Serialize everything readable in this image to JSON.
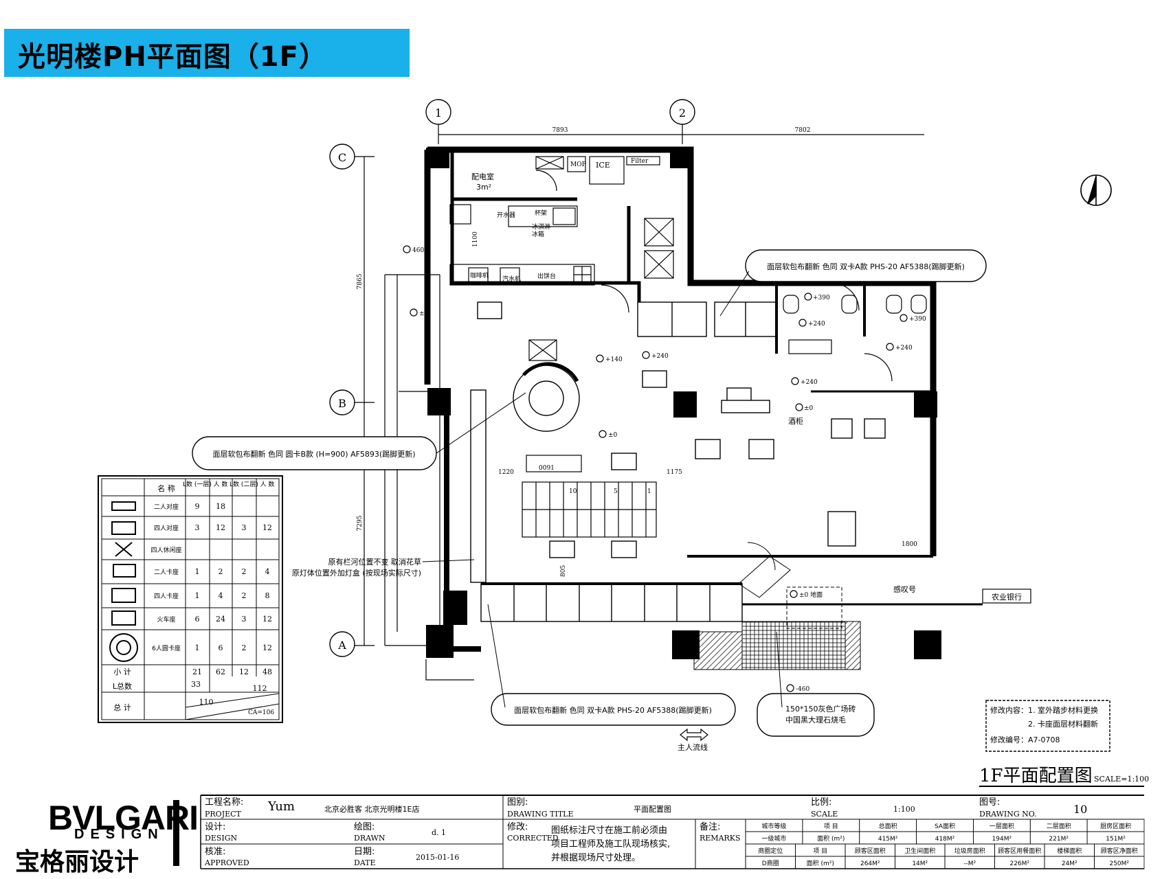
{
  "title": "光明楼PH平面图（1F）",
  "grid": {
    "c1": "1",
    "c2": "2",
    "rA": "A",
    "rB": "B",
    "rC": "C"
  },
  "dims": {
    "top1": "7893",
    "top2": "7802",
    "left1": "7865",
    "left2": "7295",
    "inner1": "1220",
    "inner2": "1175",
    "inner3": "1100",
    "inner4": "805",
    "inner5": "1800"
  },
  "rooms": {
    "power_room": "配电室",
    "power_area": "3m²",
    "ice": "ICE",
    "filter": "Filter",
    "mop": "MOP",
    "counter1": "开水器",
    "counter2": "杯架",
    "counter3": "冰淇淋",
    "counter4": "冰箱",
    "counter5": "咖啡机",
    "counter6": "汽水机",
    "counter7": "出饼台",
    "wine": "酒柜",
    "bank": "农业银行",
    "blow": "感叹号",
    "stair_n1": "10",
    "stair_n2": "5",
    "stair_n3": "1",
    "counter_dim": "0091"
  },
  "levels": {
    "l460": "460",
    "l0": "±0",
    "l140": "+140",
    "l240": "+240",
    "l390": "+390",
    "lp460": "-460",
    "lp0": "±0 地面"
  },
  "notes": {
    "n1": "面层软包布翻新 色同 双卡A款 PHS-20  AF5388(踢脚更新)",
    "n2": "面层软包布翻新 色同 圆卡B款 (H=900) AF5893(踢脚更新)",
    "n3": "原有栏河位置不变 取消花草",
    "n4": "原灯体位置外加灯盒 (按现场实际尺寸)",
    "n5": "面层软包布翻新 色同 双卡A款 PHS-20  AF5388(踢脚更新)",
    "n6a": "150*150灰色广场砖",
    "n6b": "中国黑大理石烧毛",
    "flow": "主人流线"
  },
  "revision": {
    "r1": "修改内容：1. 室外踏步材料更换",
    "r2": "2. 卡座面层材料翻新",
    "r3": "修改编号：A7-0708"
  },
  "plan_title": "1F平面配置图",
  "scale_note": "SCALE=1:100",
  "seat_table": {
    "headers": [
      "名  称",
      "L数 (一层)",
      "人 数",
      "L数 (二层)",
      "人 数"
    ],
    "rows": [
      [
        "二人对座",
        "9",
        "18",
        "",
        ""
      ],
      [
        "四人对座",
        "3",
        "12",
        "3",
        "12"
      ],
      [
        "四人休闲座",
        "",
        "",
        "",
        ""
      ],
      [
        "二人卡座",
        "1",
        "2",
        "2",
        "4"
      ],
      [
        "四人卡座",
        "1",
        "4",
        "2",
        "8"
      ],
      [
        "火车座",
        "6",
        "24",
        "3",
        "12"
      ],
      [
        "6人圆卡座",
        "1",
        "6",
        "2",
        "12"
      ]
    ],
    "subtotal": [
      "小  计",
      "21",
      "62",
      "12",
      "48"
    ],
    "ltotal": [
      "L总数",
      "33",
      "112"
    ],
    "total": [
      "总  计",
      "110",
      "CA=106"
    ]
  },
  "title_block": {
    "project_cn": "工程名称:",
    "project_en": "PROJECT",
    "project_val1": "Yum",
    "project_val2": "北京必胜客  北京光明楼1E店",
    "design_cn": "设计:",
    "design_en": "DESIGN",
    "drawn_cn": "绘图:",
    "drawn_en": "DRAWN",
    "drawn_val": "d. 1",
    "approved_cn": "核准:",
    "approved_en": "APPROVED",
    "date_cn": "日期:",
    "date_en": "DATE",
    "date_val": "2015-01-16",
    "dtitle_cn": "图别:",
    "dtitle_en": "DRAWING TITLE",
    "dtitle_val": "平面配置图",
    "corr_cn": "修改:",
    "corr_en": "CORRECTED",
    "corr_note1": "图纸标注尺寸在施工前必须由",
    "corr_note2": "项目工程师及施工队现场核实,",
    "corr_note3": "并根据现场尺寸处理。",
    "scale_cn": "比例:",
    "scale_en": "SCALE",
    "scale_val": "1:100",
    "dno_cn": "图号:",
    "dno_en": "DRAWING NO.",
    "dno_val": "10",
    "remarks_cn": "备注:",
    "remarks_en": "REMARKS"
  },
  "remarks_table": [
    [
      "城市等级",
      "项  目",
      "总面积",
      "SA面积",
      "一层面积",
      "二层面积",
      "厨房区面积"
    ],
    [
      "一级城市",
      "面积 (m²)",
      "415M²",
      "418M²",
      "194M²",
      "221M²",
      "151M²"
    ],
    [
      "商圈定位",
      "项  目",
      "顾客区面积",
      "卫生间面积",
      "垃圾房面积",
      "顾客区用餐面积",
      "楼梯面积",
      "顾客区净面积"
    ],
    [
      "D商圈",
      "面积 (m²)",
      "264M²",
      "14M²",
      "--M²",
      "226M²",
      "24M²",
      "250M²"
    ]
  ],
  "logo": {
    "en": "BVLGARI",
    "design": "DESIGN",
    "cn": "宝格丽设计"
  }
}
